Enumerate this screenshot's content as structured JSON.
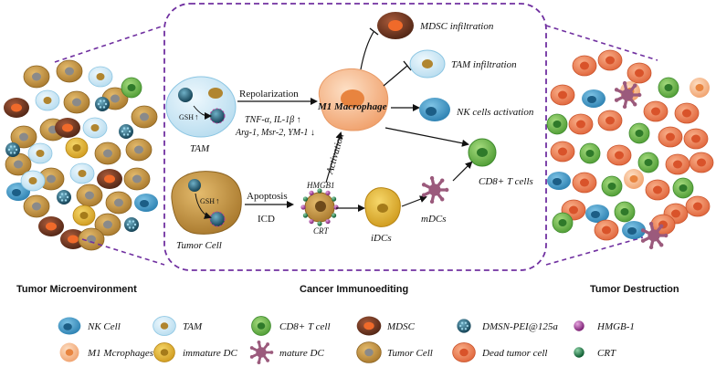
{
  "colors": {
    "nk_cell": "#3a93c2",
    "tam": "#cfe9f6",
    "cd8_t_cell": "#6fba4b",
    "mdsc": "#7a3a22",
    "m1_macrophage": "#f5b98b",
    "immature_dc": "#e8b92d",
    "mature_dc": "#9b5a7c",
    "tumor_cell": "#c8983f",
    "dead_tumor_cell": "#ef8153",
    "dashed_border": "#7030a0"
  },
  "center": {
    "mdsc_infiltration": "MDSC infiltration",
    "tam_infiltration": "TAM infiltration",
    "nk_activation": "NK cells activation",
    "cd8_t_cells": "CD8+ T cells",
    "repolarization": "Repolarization",
    "cytokines_up": "TNF-α, IL-1β ↑",
    "markers_down": "Arg-1, Msr-2, YM-1 ↓",
    "m1_macrophage": "M1 Macrophage",
    "activation": "Activation",
    "tam": "TAM",
    "gsh": "GSH",
    "apoptosis": "Apoptosis",
    "icd": "ICD",
    "hmgb1": "HMGB1",
    "crt": "CRT",
    "tumor_cell": "Tumor Cell",
    "idcs": "iDCs",
    "mdcs": "mDCs"
  },
  "section_titles": {
    "left": "Tumor Microenvironment",
    "middle": "Cancer Immunoediting",
    "right": "Tumor Destruction"
  },
  "legend": [
    {
      "label": "NK Cell",
      "icon": "nk-cell-icon"
    },
    {
      "label": "TAM",
      "icon": "tam-icon"
    },
    {
      "label": "CD8+ T cell",
      "icon": "cd8-t-cell-icon"
    },
    {
      "label": "MDSC",
      "icon": "mdsc-icon"
    },
    {
      "label": "DMSN-PEI@125a",
      "icon": "nanoparticle-icon"
    },
    {
      "label": "HMGB-1",
      "icon": "hmgb1-icon"
    },
    {
      "label": "M1 Mcrophages",
      "icon": "m1-macrophage-icon"
    },
    {
      "label": "immature DC",
      "icon": "immature-dc-icon"
    },
    {
      "label": "mature DC",
      "icon": "mature-dc-icon"
    },
    {
      "label": "Tumor Cell",
      "icon": "tumor-cell-icon"
    },
    {
      "label": "Dead tumor cell",
      "icon": "dead-tumor-cell-icon"
    },
    {
      "label": "CRT",
      "icon": "crt-icon"
    }
  ]
}
